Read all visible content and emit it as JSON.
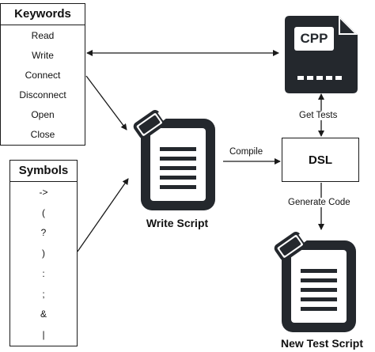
{
  "keywords": {
    "title": "Keywords",
    "items": [
      "Read",
      "Write",
      "Connect",
      "Disconnect",
      "Open",
      "Close"
    ]
  },
  "symbols": {
    "title": "Symbols",
    "items": [
      "->",
      "(",
      "?",
      ")",
      ":",
      ";",
      "&",
      "|"
    ]
  },
  "cpp_file": {
    "label": "CPP",
    "icon": "cpp-file-icon"
  },
  "dsl": {
    "label": "DSL"
  },
  "write_script": {
    "label": "Write Script",
    "icon": "script-document-icon"
  },
  "new_test_script": {
    "label": "New Test Script",
    "icon": "script-document-icon"
  },
  "edges": {
    "get_tests": "Get Tests",
    "compile": "Compile",
    "generate_code": "Generate Code"
  },
  "colors": {
    "ink": "#1a1a1a",
    "icon_fill": "#24282d",
    "background": "#ffffff"
  }
}
